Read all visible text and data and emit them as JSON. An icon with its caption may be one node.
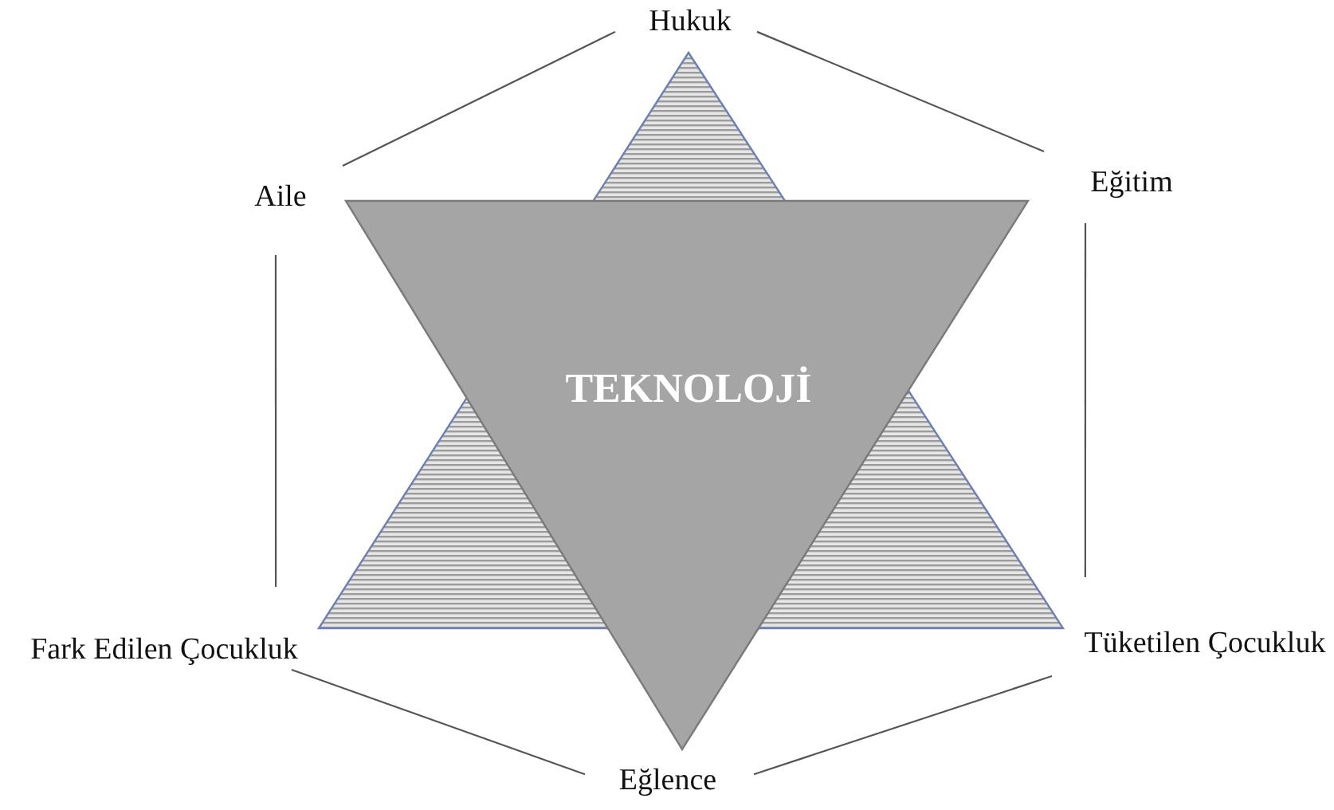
{
  "diagram": {
    "nodes": [
      {
        "text": [
          "Hukuk"
        ]
      },
      {
        "text": [
          "Aile"
        ]
      },
      {
        "text": [
          "Eğitim"
        ]
      },
      {
        "text": [],
        "shape": "triangle"
      },
      {
        "text": [
          "TEKNOLOJİ"
        ]
      },
      {
        "text": [
          "Fark Edilen Çocukluk"
        ]
      },
      {
        "text": [
          "Tüketilen Çocukluk"
        ]
      },
      {
        "text": [
          "Eğlence"
        ]
      }
    ],
    "edges": [
      {
        "from": 0,
        "to": 1,
        "arrow": "none"
      },
      {
        "from": 0,
        "to": 2,
        "arrow": "none"
      },
      {
        "from": 1,
        "to": 5,
        "arrow": "none"
      },
      {
        "from": 2,
        "to": 6,
        "arrow": "none"
      },
      {
        "from": 5,
        "to": 7,
        "arrow": "none"
      },
      {
        "from": 6,
        "to": 7,
        "arrow": "none"
      }
    ]
  }
}
